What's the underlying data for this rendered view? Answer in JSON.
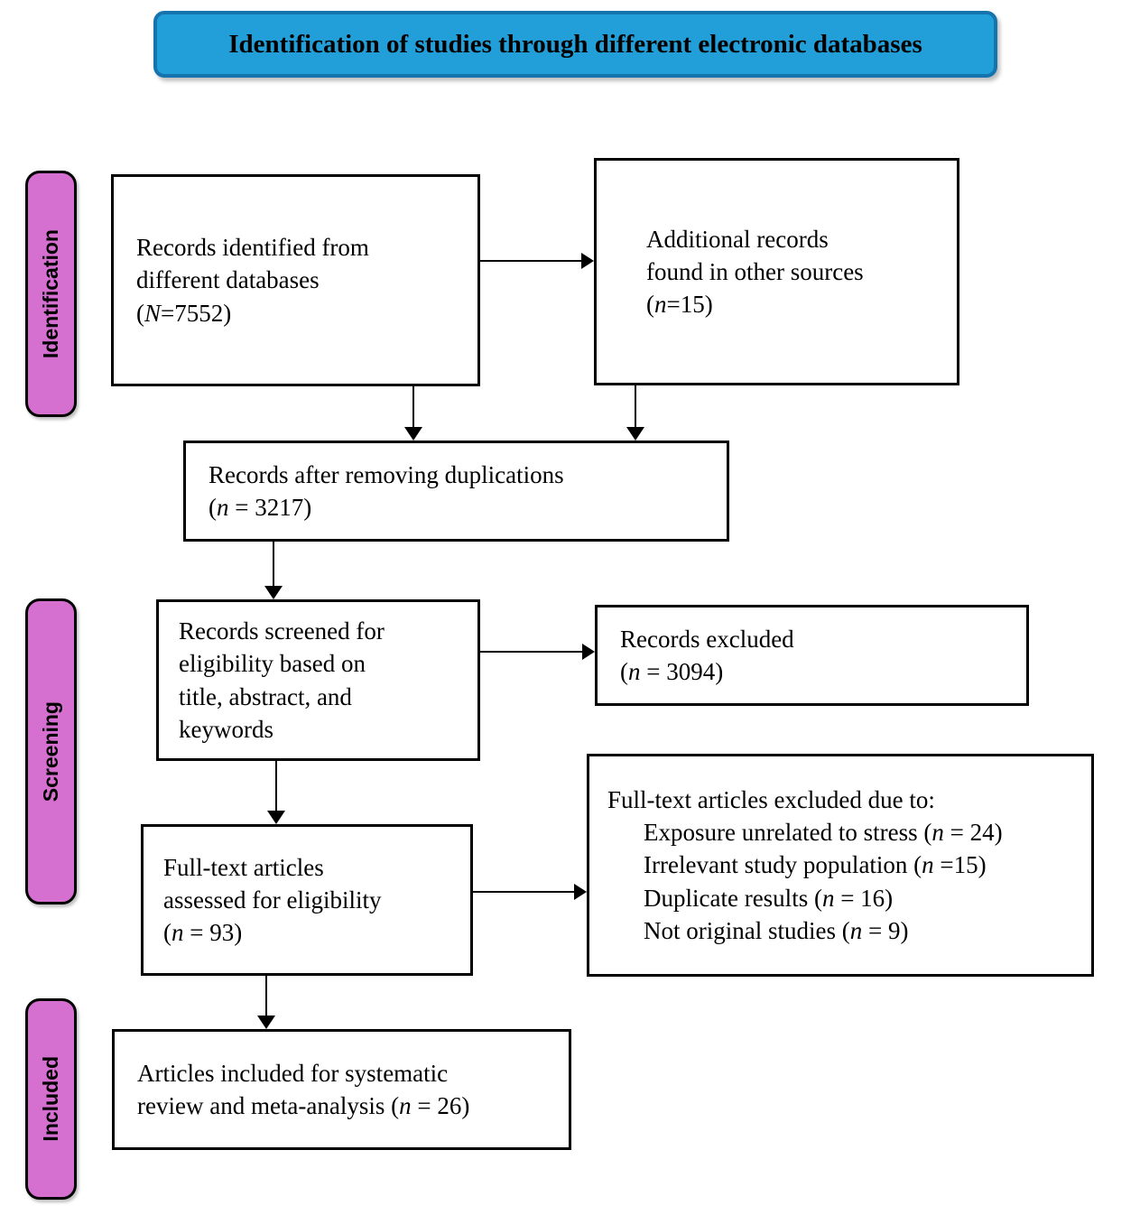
{
  "title": "Identification of studies through different electronic databases",
  "stages": {
    "identification": "Identification",
    "screening": "Screening",
    "included": "Included"
  },
  "colors": {
    "title_fill": "#229FD8",
    "title_border": "#1573AE",
    "stage_fill": "#D56FD0",
    "box_border": "#000000"
  },
  "boxes": {
    "records_identified": {
      "l1": "Records identified from",
      "l2": "different databases",
      "c_open": "(",
      "c_var": "N",
      "c_rest": "=7552)"
    },
    "additional_records": {
      "l1": "Additional records",
      "l2": "found in other sources",
      "c_open": "(",
      "c_var": "n",
      "c_rest": "=15)"
    },
    "after_duplications": {
      "l1": "Records after removing duplications",
      "c_open": "(",
      "c_var": "n",
      "c_rest": " = 3217)"
    },
    "records_screened": {
      "l1": "Records screened for",
      "l2": "eligibility based on",
      "l3": "title, abstract, and",
      "l4": "keywords"
    },
    "records_excluded": {
      "l1": "Records excluded",
      "c_open": "(",
      "c_var": "n",
      "c_rest": " = 3094)"
    },
    "fulltext_assessed": {
      "l1": "Full-text articles",
      "l2": "assessed for eligibility",
      "c_open": "(",
      "c_var": "n",
      "c_rest": " = 93)"
    },
    "fulltext_excluded": {
      "heading": "Full-text articles excluded due to:",
      "item1_pre": "Exposure unrelated to stress (",
      "item1_var": "n",
      "item1_post": " = 24)",
      "item2_pre": "Irrelevant study population (",
      "item2_var": "n",
      "item2_post": " =15)",
      "item3_pre": "Duplicate results (",
      "item3_var": "n",
      "item3_post": " = 16)",
      "item4_pre": "Not original studies (",
      "item4_var": "n",
      "item4_post": " = 9)"
    },
    "articles_included": {
      "l1": "Articles included for systematic",
      "l2_pre": "review and meta-analysis (",
      "l2_var": "n",
      "l2_post": " = 26)"
    }
  }
}
